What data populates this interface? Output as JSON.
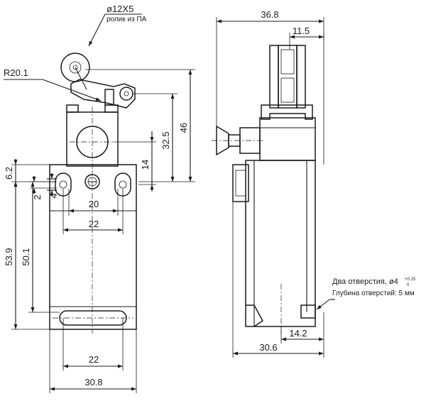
{
  "front_view": {
    "roller_label": "ø12X5",
    "roller_note": "ролик из ПА",
    "radius_label": "R20.1",
    "dim_46": "46",
    "dim_32_5": "32.5",
    "dim_14": "14",
    "dim_6_2": "6.2",
    "dim_2": "2",
    "dim_4": "4",
    "dim_20": "20",
    "dim_22_top": "22",
    "dim_53_9": "53.9",
    "dim_50_1": "50.1",
    "dim_22_bottom": "22",
    "dim_30_8": "30.8"
  },
  "side_view": {
    "dim_36_8": "36.8",
    "dim_11_5": "11.5",
    "dim_14_2": "14.2",
    "dim_30_6": "30.6",
    "holes_note": "Два отверстия, ø4",
    "tol_upper": "+0.15",
    "tol_lower": "0",
    "depth_note": "Глубина отверстий: 5 мм"
  }
}
